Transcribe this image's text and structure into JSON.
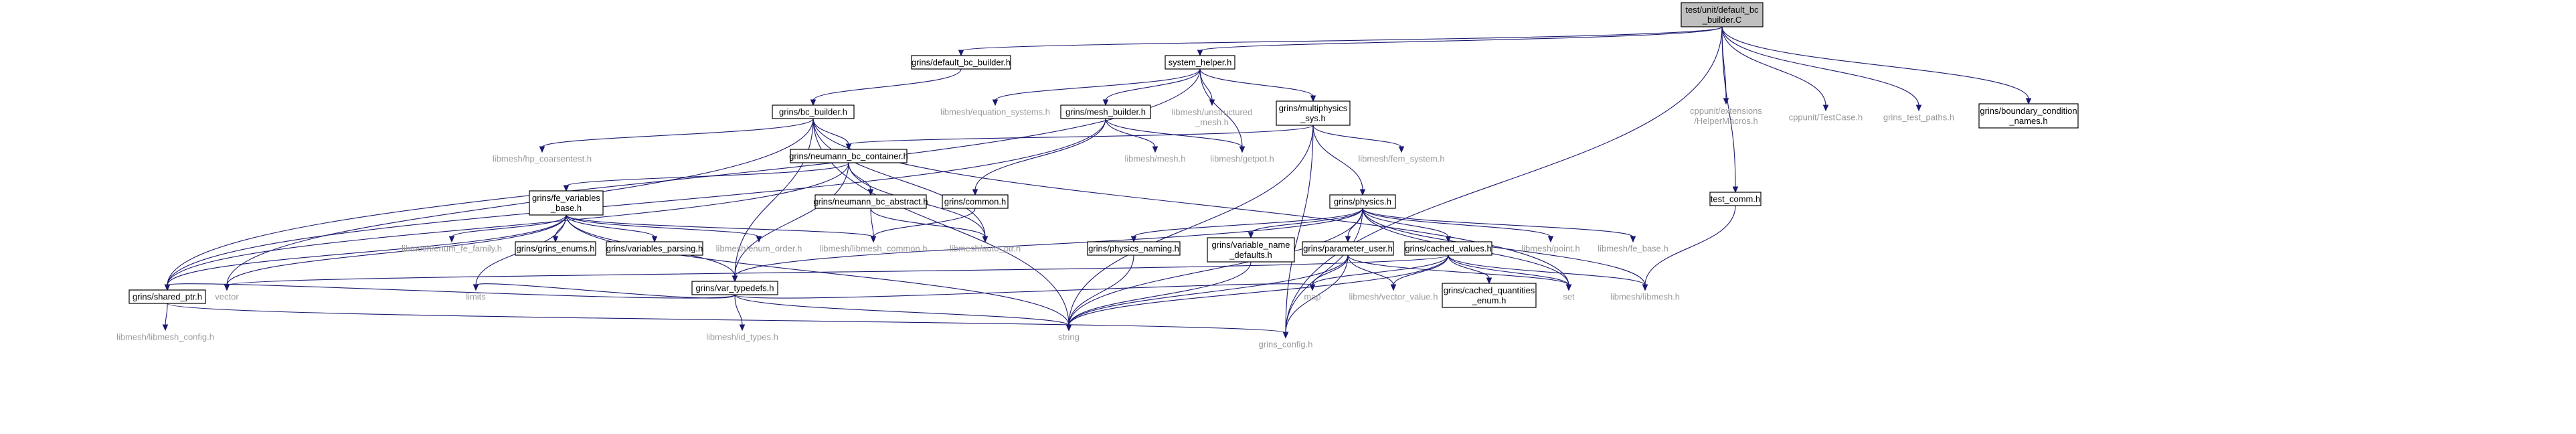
{
  "diagram": {
    "nodes": [
      {
        "id": "root",
        "lines": [
          "test/unit/default_bc",
          "_builder.C"
        ],
        "style": "root"
      },
      {
        "id": "default_bc_builder",
        "lines": [
          "grins/default_bc_builder.h"
        ],
        "style": "box"
      },
      {
        "id": "system_helper",
        "lines": [
          "system_helper.h"
        ],
        "style": "box"
      },
      {
        "id": "cppunit_helper",
        "lines": [
          "cppunit/extensions",
          "/HelperMacros.h"
        ],
        "style": "plain"
      },
      {
        "id": "cppunit_testcase",
        "lines": [
          "cppunit/TestCase.h"
        ],
        "style": "plain"
      },
      {
        "id": "grins_test_paths",
        "lines": [
          "grins_test_paths.h"
        ],
        "style": "plain"
      },
      {
        "id": "boundary_names",
        "lines": [
          "grins/boundary_condition",
          "_names.h"
        ],
        "style": "box"
      },
      {
        "id": "test_comm",
        "lines": [
          "test_comm.h"
        ],
        "style": "box"
      },
      {
        "id": "bc_builder",
        "lines": [
          "grins/bc_builder.h"
        ],
        "style": "box"
      },
      {
        "id": "equation_systems",
        "lines": [
          "libmesh/equation_systems.h"
        ],
        "style": "plain"
      },
      {
        "id": "mesh_builder",
        "lines": [
          "grins/mesh_builder.h"
        ],
        "style": "box"
      },
      {
        "id": "unstructured_mesh",
        "lines": [
          "libmesh/unstructured",
          "_mesh.h"
        ],
        "style": "plain"
      },
      {
        "id": "multiphysics_sys",
        "lines": [
          "grins/multiphysics",
          "_sys.h"
        ],
        "style": "box"
      },
      {
        "id": "hp_coarsentest",
        "lines": [
          "libmesh/hp_coarsentest.h"
        ],
        "style": "plain"
      },
      {
        "id": "neumann_bc_container",
        "lines": [
          "grins/neumann_bc_container.h"
        ],
        "style": "box"
      },
      {
        "id": "libmesh_mesh",
        "lines": [
          "libmesh/mesh.h"
        ],
        "style": "plain"
      },
      {
        "id": "getpot",
        "lines": [
          "libmesh/getpot.h"
        ],
        "style": "plain"
      },
      {
        "id": "fem_system",
        "lines": [
          "libmesh/fem_system.h"
        ],
        "style": "plain"
      },
      {
        "id": "fe_variables_base",
        "lines": [
          "grins/fe_variables",
          "_base.h"
        ],
        "style": "box"
      },
      {
        "id": "neumann_bc_abstract",
        "lines": [
          "grins/neumann_bc_abstract.h"
        ],
        "style": "box"
      },
      {
        "id": "grins_common",
        "lines": [
          "grins/common.h"
        ],
        "style": "box"
      },
      {
        "id": "grins_physics",
        "lines": [
          "grins/physics.h"
        ],
        "style": "box"
      },
      {
        "id": "enum_fe_family",
        "lines": [
          "libmesh/enum_fe_family.h"
        ],
        "style": "plain"
      },
      {
        "id": "grins_enums",
        "lines": [
          "grins/grins_enums.h"
        ],
        "style": "box"
      },
      {
        "id": "variables_parsing",
        "lines": [
          "grins/variables_parsing.h"
        ],
        "style": "box"
      },
      {
        "id": "enum_order",
        "lines": [
          "libmesh/enum_order.h"
        ],
        "style": "plain"
      },
      {
        "id": "libmesh_common",
        "lines": [
          "libmesh/libmesh_common.h"
        ],
        "style": "plain"
      },
      {
        "id": "auto_ptr",
        "lines": [
          "libmesh/auto_ptr.h"
        ],
        "style": "plain"
      },
      {
        "id": "physics_naming",
        "lines": [
          "grins/physics_naming.h"
        ],
        "style": "box"
      },
      {
        "id": "variable_name_defaults",
        "lines": [
          "grins/variable_name",
          "_defaults.h"
        ],
        "style": "box"
      },
      {
        "id": "parameter_user",
        "lines": [
          "grins/parameter_user.h"
        ],
        "style": "box"
      },
      {
        "id": "cached_values",
        "lines": [
          "grins/cached_values.h"
        ],
        "style": "box"
      },
      {
        "id": "libmesh_point",
        "lines": [
          "libmesh/point.h"
        ],
        "style": "plain"
      },
      {
        "id": "fe_base",
        "lines": [
          "libmesh/fe_base.h"
        ],
        "style": "plain"
      },
      {
        "id": "var_typedefs",
        "lines": [
          "grins/var_typedefs.h"
        ],
        "style": "box"
      },
      {
        "id": "shared_ptr",
        "lines": [
          "grins/shared_ptr.h"
        ],
        "style": "box"
      },
      {
        "id": "vector",
        "lines": [
          "vector"
        ],
        "style": "plain"
      },
      {
        "id": "limits",
        "lines": [
          "limits"
        ],
        "style": "plain"
      },
      {
        "id": "id_types",
        "lines": [
          "libmesh/id_types.h"
        ],
        "style": "plain"
      },
      {
        "id": "string",
        "lines": [
          "string"
        ],
        "style": "plain"
      },
      {
        "id": "map",
        "lines": [
          "map"
        ],
        "style": "plain"
      },
      {
        "id": "vector_value",
        "lines": [
          "libmesh/vector_value.h"
        ],
        "style": "plain"
      },
      {
        "id": "cached_quantities_enum",
        "lines": [
          "grins/cached_quantities",
          "_enum.h"
        ],
        "style": "box"
      },
      {
        "id": "set",
        "lines": [
          "set"
        ],
        "style": "plain"
      },
      {
        "id": "libmesh_libmesh",
        "lines": [
          "libmesh/libmesh.h"
        ],
        "style": "plain"
      },
      {
        "id": "libmesh_config",
        "lines": [
          "libmesh/libmesh_config.h"
        ],
        "style": "plain"
      },
      {
        "id": "grins_config",
        "lines": [
          "grins_config.h"
        ],
        "style": "plain"
      }
    ]
  }
}
